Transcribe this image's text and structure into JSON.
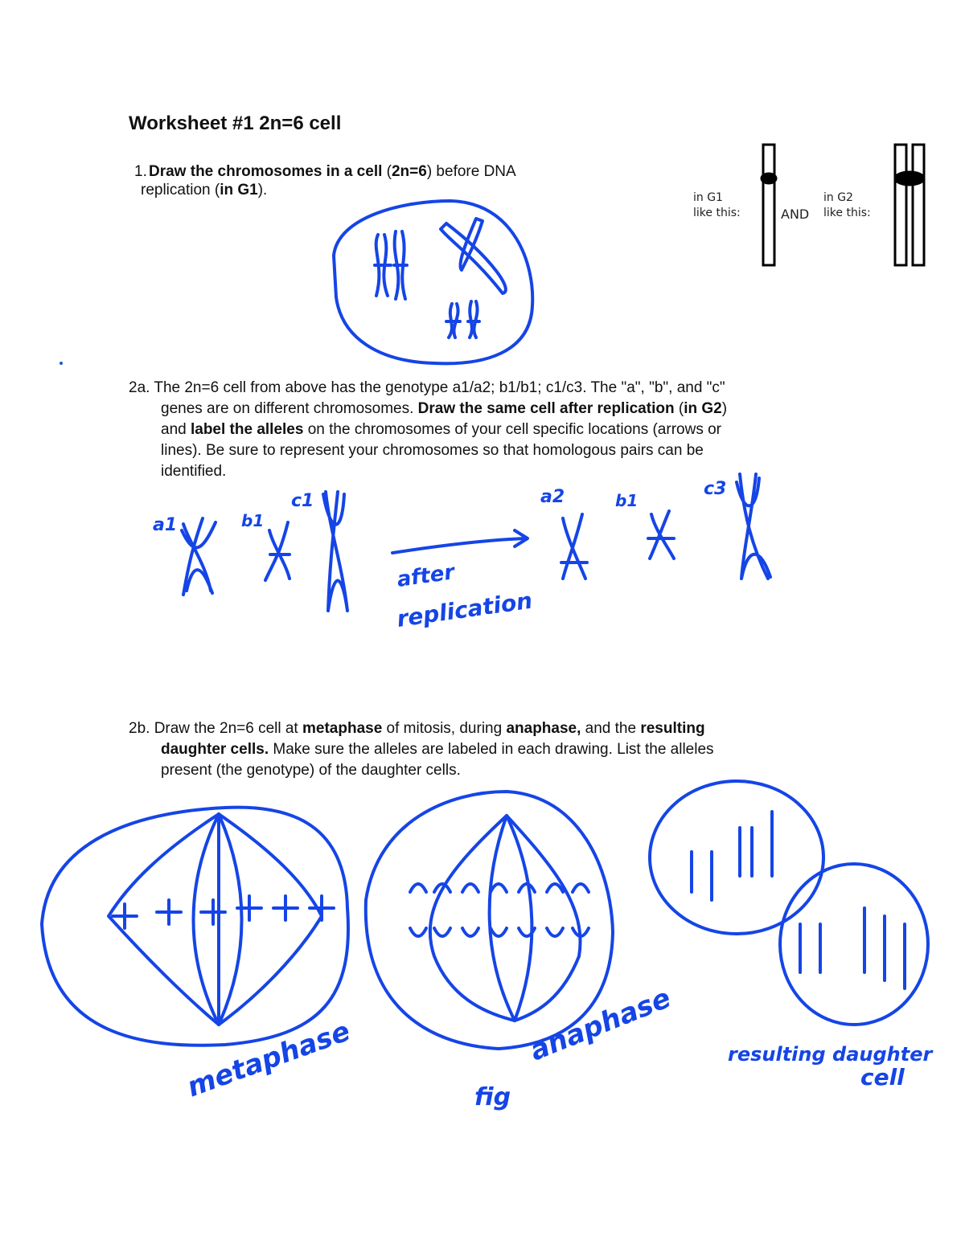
{
  "title": "Worksheet #1 2n=6 cell",
  "q1": {
    "number": "1.",
    "bold_a": "Draw the chromosomes in a cell",
    "plain_a": " (",
    "bold_b": "2n=6",
    "plain_b": ") before DNA",
    "line2_plain_a": "replication (",
    "line2_bold": "in G1",
    "line2_plain_b": ")."
  },
  "reference": {
    "g1_label_1": "in G1",
    "g1_label_2": "like this:",
    "and_label": "AND",
    "g2_label_1": "in G2",
    "g2_label_2": "like this:"
  },
  "q2a": {
    "line1": "2a. The 2n=6 cell from above has the genotype a1/a2; b1/b1; c1/c3. The \"a\", \"b\", and \"c\"",
    "line2_plain": "genes are on different chromosomes. ",
    "line2_bold_a": "Draw the same cell after replication",
    "line2_plain_b": " (",
    "line2_bold_b": "in G2",
    "line2_plain_c": ")",
    "line3_plain_a": "and ",
    "line3_bold": "label the alleles",
    "line3_plain_b": " on the chromosomes of your cell specific locations (arrows or",
    "line4": "lines). Be sure to represent your chromosomes so that homologous pairs can be",
    "line5": "identified."
  },
  "q2b": {
    "prefix": "2b. Draw the 2n=6 cell at ",
    "bold_metaphase": "metaphase",
    "mid1": " of mitosis, during ",
    "bold_anaphase": "anaphase,",
    "mid2": " and the ",
    "bold_resulting": "resulting",
    "bold_daughter": "daughter cells.",
    "line2_rest": " Make sure the alleles are labeled in each drawing. List the alleles",
    "line3": "present (the genotype) of the daughter cells."
  },
  "handwriting": {
    "after_1": "after",
    "after_2": "replication",
    "label_a1": "a1",
    "label_b1": "b1",
    "label_c1": "c1",
    "label_a2": "a2",
    "label_c3": "c3",
    "metaphase": "metaphase",
    "anaphase": "anaphase",
    "fig": "fig",
    "resulting": "resulting daughter",
    "cell": "cell"
  },
  "colors": {
    "ink": "#1545e6",
    "text": "#111111"
  }
}
